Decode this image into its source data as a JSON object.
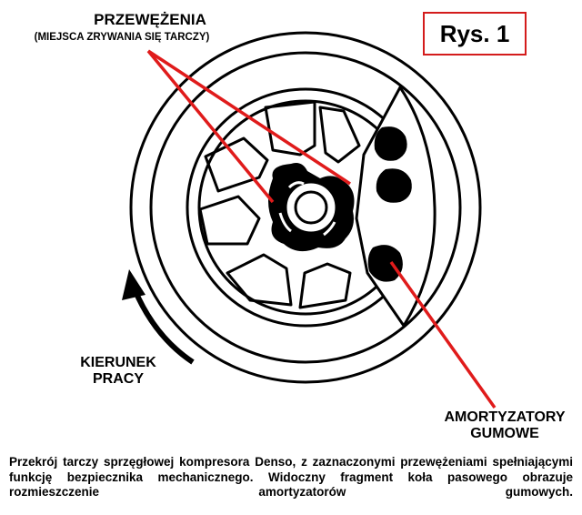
{
  "figure_label": "Rys. 1",
  "labels": {
    "narrowings_title": "PRZEWĘŻENIA",
    "narrowings_sub": "(MIEJSCA ZRYWANIA SIĘ TARCZY)",
    "direction": "KIERUNEK\nPRACY",
    "dampers": "AMORTYZATORY\nGUMOWE"
  },
  "caption": "Przekrój tarczy sprzęgłowej kompresora Denso, z zaznaczonymi przewężeniami spełniającymi funkcję bezpiecznika mechanicznego. Widoczny fragment koła pasowego obrazuje rozmieszczenie amortyzatorów gumowych.",
  "colors": {
    "callout": "#e01b1b",
    "frame": "#d41c1c",
    "ink": "#000000"
  }
}
